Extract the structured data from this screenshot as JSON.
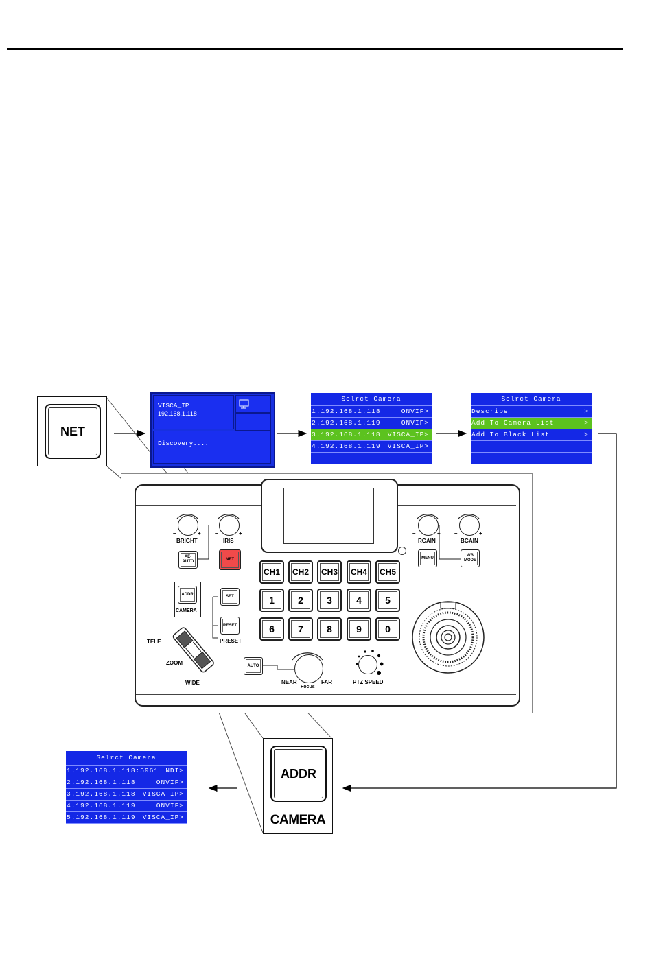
{
  "discovery_screen": {
    "protocol": "VISCA_IP",
    "ip": "192.168.1.118",
    "status": "Discovery...."
  },
  "select_menu_1": {
    "title": "Selrct Camera",
    "rows": [
      {
        "ip": "1.192.168.1.118",
        "proto": "ONVIF>",
        "selected": false
      },
      {
        "ip": "2.192.168.1.119",
        "proto": "ONVIF>",
        "selected": false
      },
      {
        "ip": "3.192.168.1.118",
        "proto": "VISCA_IP>",
        "selected": true
      },
      {
        "ip": "4.192.168.1.119",
        "proto": "VISCA_IP>",
        "selected": false
      }
    ]
  },
  "select_menu_2": {
    "title": "Selrct Camera",
    "rows": [
      {
        "label": "Describe",
        "arrow": ">",
        "selected": false
      },
      {
        "label": "Add To Camera List",
        "arrow": ">",
        "selected": true
      },
      {
        "label": "Add To Black List",
        "arrow": ">",
        "selected": false
      },
      {
        "label": "",
        "arrow": "",
        "selected": false
      }
    ]
  },
  "camera_list": {
    "title": "Selrct Camera",
    "rows": [
      {
        "ip": "1.192.168.1.118:5961",
        "proto": "NDI>"
      },
      {
        "ip": "2.192.168.1.118",
        "proto": "ONVIF>"
      },
      {
        "ip": "3.192.168.1.118",
        "proto": "VISCA_IP>"
      },
      {
        "ip": "4.192.168.1.119",
        "proto": "ONVIF>"
      },
      {
        "ip": "5.192.168.1.119",
        "proto": "VISCA_IP>"
      }
    ]
  },
  "zoom_net": {
    "label": "NET"
  },
  "zoom_addr": {
    "label": "ADDR",
    "caption": "CAMERA"
  },
  "panel": {
    "bright": "BRIGHT",
    "iris": "IRIS",
    "rgain": "RGAIN",
    "bgain": "BGAIN",
    "ae_auto": "AE-\nAUTO",
    "net": "NET",
    "menu": "MENU",
    "wb_mode": "WB\nMODE",
    "addr": "ADDR",
    "camera": "CAMERA",
    "set": "SET",
    "reset": "RESET",
    "preset": "PRESET",
    "tele": "TELE",
    "zoom": "ZOOM",
    "wide": "WIDE",
    "auto": "AUTO",
    "near": "NEAR",
    "focus": "Focus",
    "far": "FAR",
    "ptz_speed": "PTZ SPEED",
    "plus": "+",
    "minus": "–",
    "channels": [
      "CH1",
      "CH2",
      "CH3",
      "CH4",
      "CH5"
    ],
    "numbers": [
      "1",
      "2",
      "3",
      "4",
      "5",
      "6",
      "7",
      "8",
      "9",
      "0"
    ]
  },
  "colors": {
    "lcd_blue": "#1428e6",
    "highlight_green": "#5cc21f",
    "net_red": "#f04a4a"
  },
  "icons": [
    "monitor-icon",
    "joystick-icon",
    "zoom-rocker-icon"
  ]
}
